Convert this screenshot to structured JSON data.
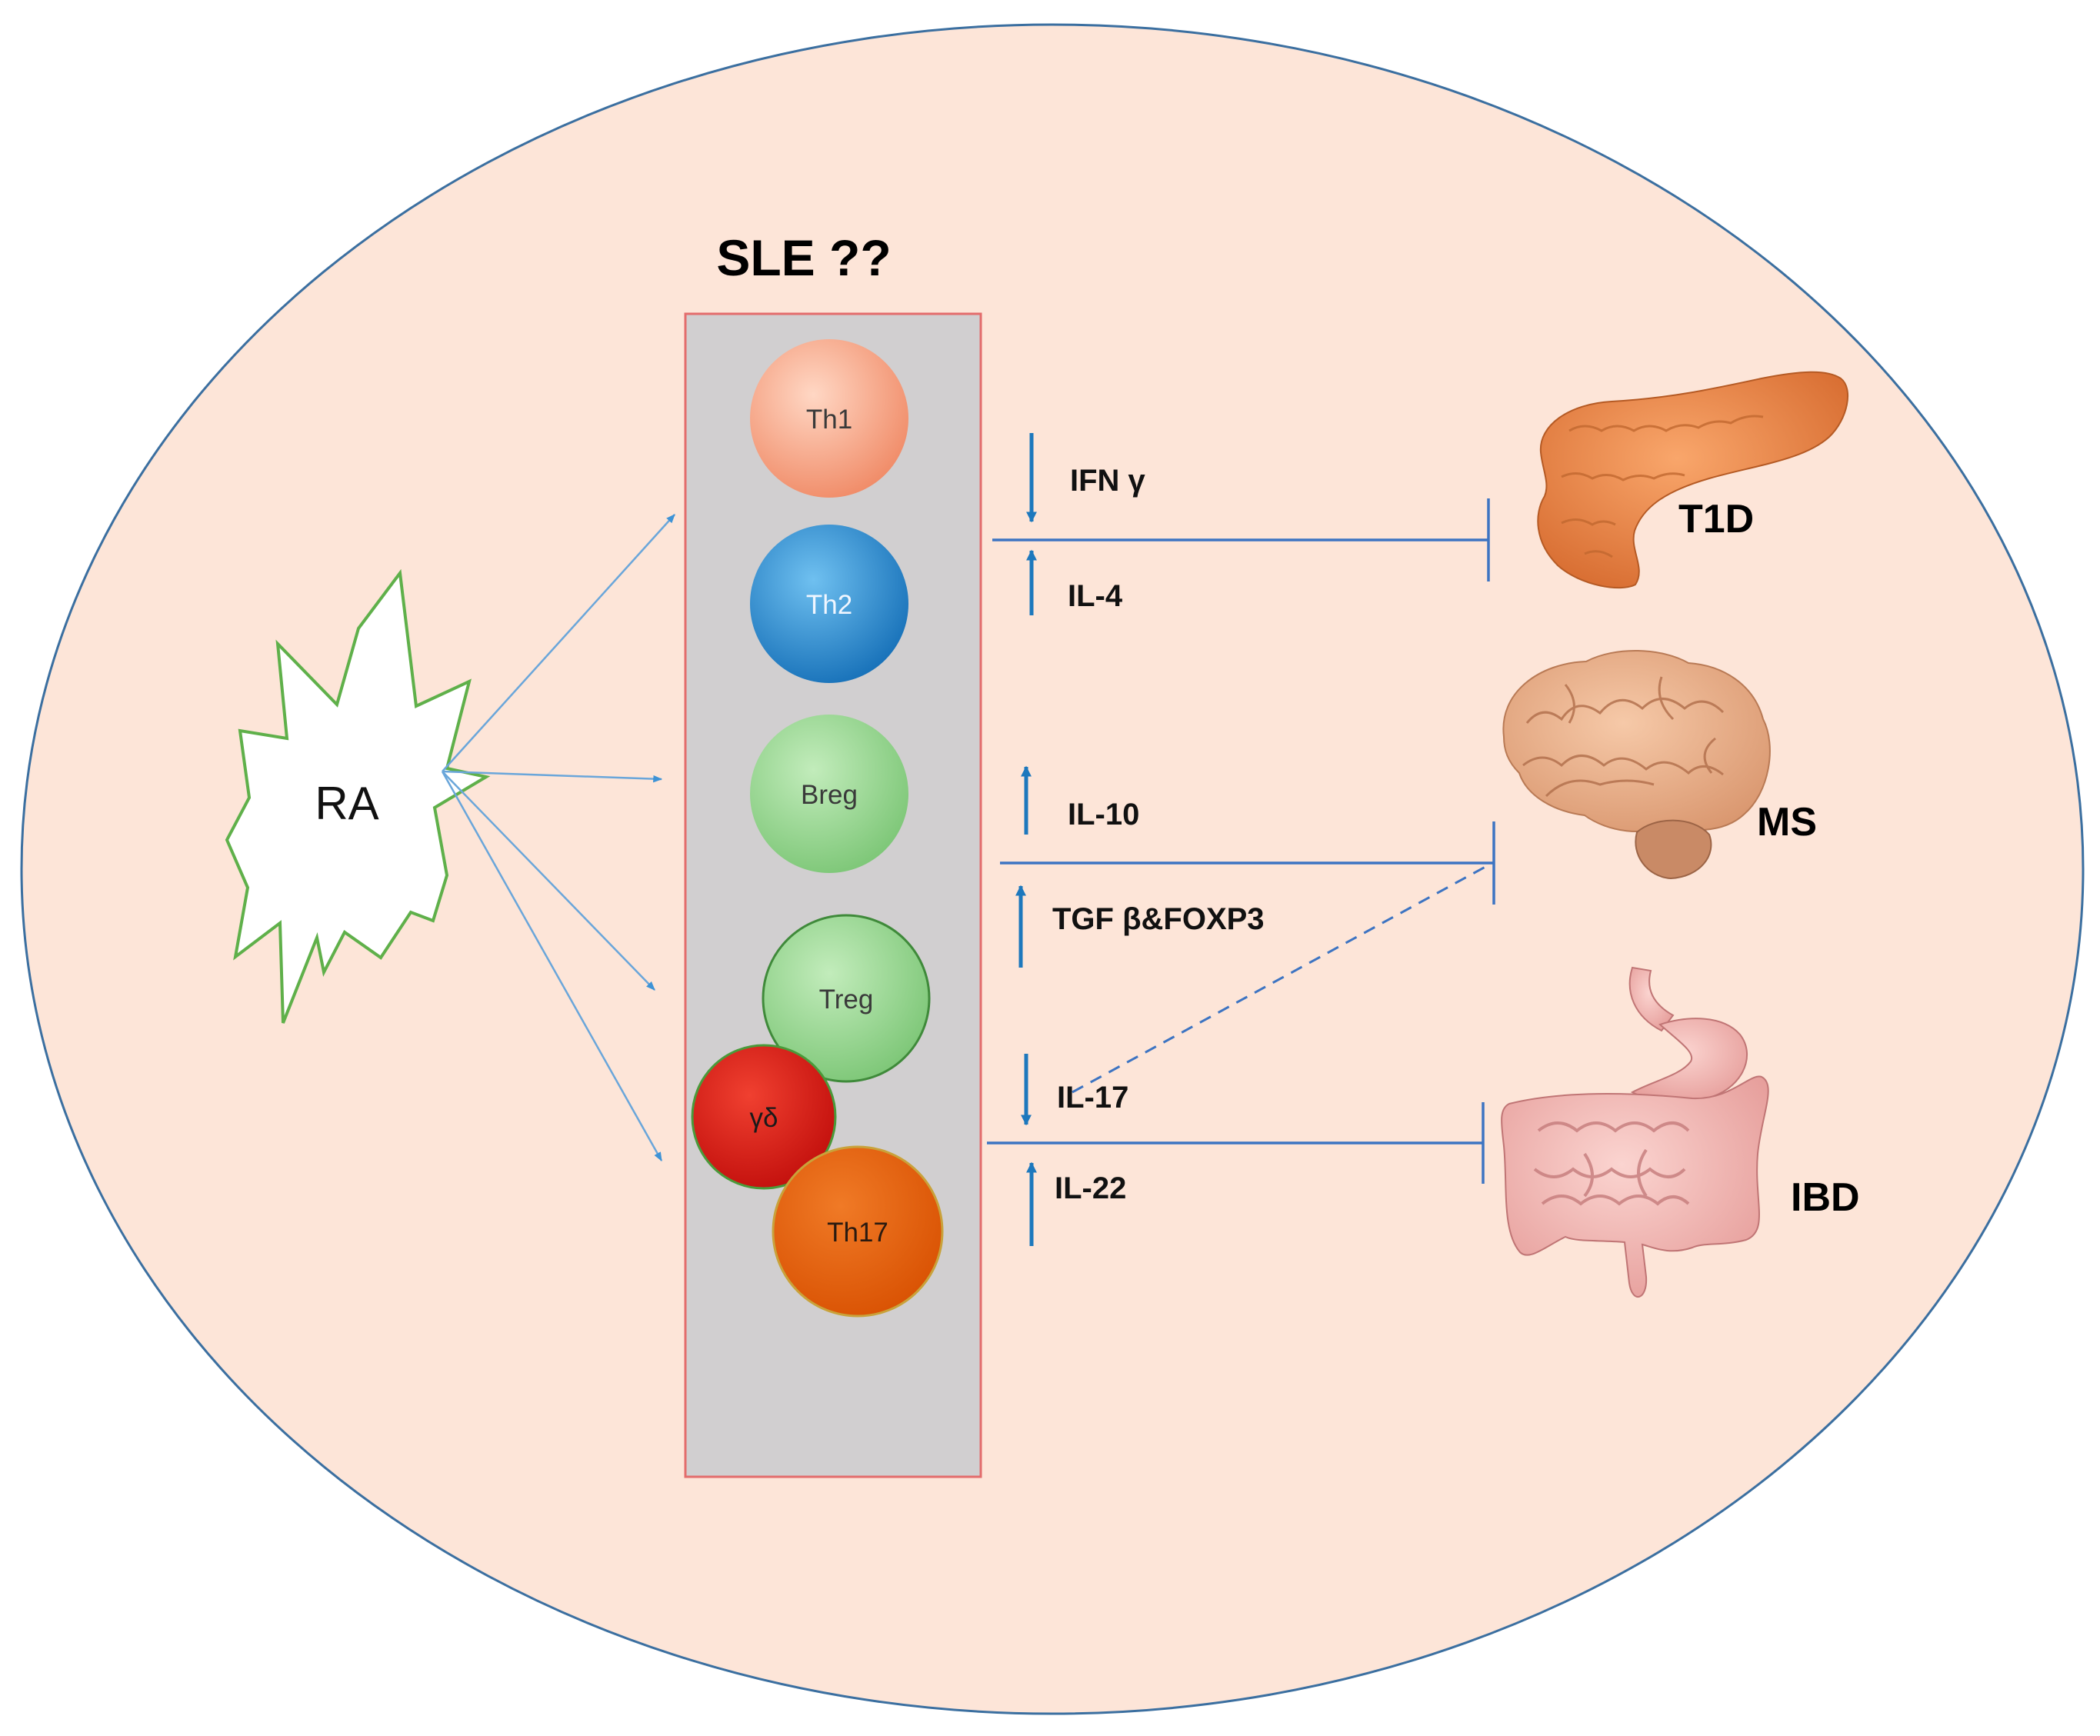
{
  "colors": {
    "background_fill": "#fde5d8",
    "ellipse_stroke": "#3b6fa0",
    "panel_fill": "#d1cfd0",
    "panel_stroke": "#e36c6c",
    "burst_stroke": "#5fb04a",
    "arrow_light": "#6aa6da",
    "arrow_dark": "#1d78bd",
    "inhibit_line": "#3d74c2"
  },
  "title": "SLE ??",
  "trigger": {
    "label": "RA",
    "icon": "starburst-icon"
  },
  "cells": [
    {
      "id": "th1",
      "label": "Th1",
      "color": "#f4a586"
    },
    {
      "id": "th2",
      "label": "Th2",
      "color": "#2d8fd3"
    },
    {
      "id": "breg",
      "label": "Breg",
      "color": "#8fd18a"
    },
    {
      "id": "treg",
      "label": "Treg",
      "color": "#8fd18a"
    },
    {
      "id": "gd",
      "label": "γδ",
      "color": "#d81c16"
    },
    {
      "id": "th17",
      "label": "Th17",
      "color": "#e35f07"
    }
  ],
  "cytokines": [
    {
      "label": "IFN γ",
      "direction": "down"
    },
    {
      "label": "IL-4",
      "direction": "up"
    },
    {
      "label": "IL-10",
      "direction": "up"
    },
    {
      "label": "TGF β&FOXP3",
      "direction": "up"
    },
    {
      "label": "IL-17",
      "direction": "down"
    },
    {
      "label": "IL-22",
      "direction": "up"
    }
  ],
  "organs": [
    {
      "disease": "T1D",
      "icon": "pancreas-icon"
    },
    {
      "disease": "MS",
      "icon": "brain-icon"
    },
    {
      "disease": "IBD",
      "icon": "intestine-icon"
    }
  ]
}
